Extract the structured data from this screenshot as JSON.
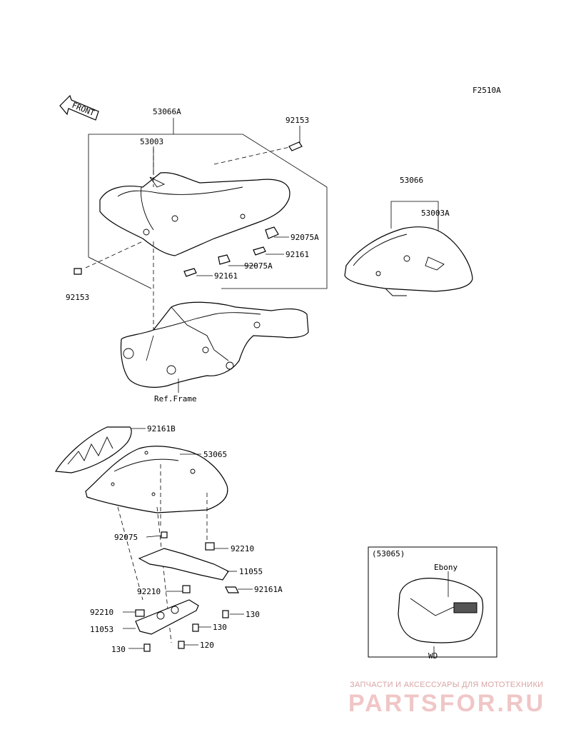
{
  "diagram_code": "F2510A",
  "front_label": "FRONT",
  "parts": {
    "p53066A": "53066A",
    "p53003": "53003",
    "p92153_top": "92153",
    "p92153_left": "92153",
    "p92075A_1": "92075A",
    "p92161_1": "92161",
    "p92075A_2": "92075A",
    "p92161_2": "92161",
    "p53066": "53066",
    "p53003A": "53003A",
    "ref_frame": "Ref.Frame",
    "p92161B": "92161B",
    "p53065": "53065",
    "p92075": "92075",
    "p92210_1": "92210",
    "p11055": "11055",
    "p92210_2": "92210",
    "p92161A": "92161A",
    "p92210_3": "92210",
    "p130_1": "130",
    "p11053": "11053",
    "p130_2": "130",
    "p130_3": "130",
    "p120": "120"
  },
  "inset": {
    "ref": "(53065)",
    "color": "Ebony",
    "market": "WD"
  },
  "watermark": {
    "small": "ЗАПЧАСТИ И АКСЕССУАРЫ ДЛЯ МОТОТЕХНИКИ",
    "big": "PARTSFOR.RU",
    "color": "#e8a0a0"
  }
}
